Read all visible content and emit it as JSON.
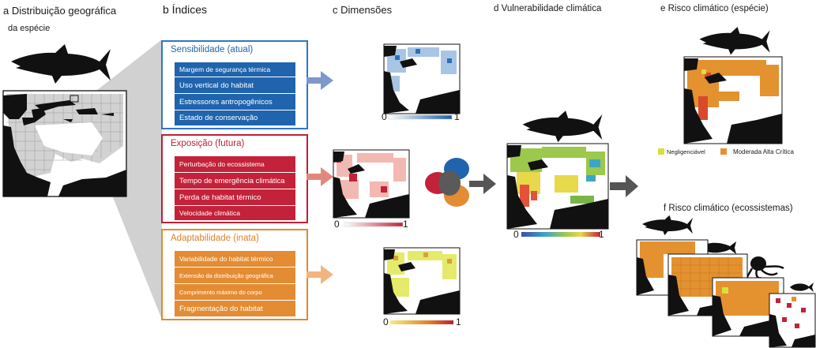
{
  "panels": {
    "a_title_line1": "a Distribuição geográfica",
    "a_title_line2": "da espécie",
    "b_title": "b Índices",
    "c_title": "c Dimensões",
    "d_title": "d Vulnerabilidade climática",
    "e_title": "e Risco climático (espécie)",
    "f_title": "f Risco climático (ecossistemas)"
  },
  "sensitivity": {
    "heading": "Sensibilidade (atual)",
    "rows": [
      "Margem de segurança térmica",
      "Uso vertical do habitat",
      "Estressores antropogênicos",
      "Estado de conservação"
    ],
    "color": "#1f64ad"
  },
  "exposure": {
    "heading": "Exposição (futura)",
    "rows": [
      "Perturbação do ecossistema",
      "Tempo de emergência climática",
      "Perda de habitat térmico",
      "Velocidade climática"
    ],
    "color": "#c4213a"
  },
  "adaptability": {
    "heading": "Adaptabilidade (inata)",
    "rows": [
      "Variabilidade do habitat térmico",
      "Extensão da distribuição geográfica",
      "Comprimento máximo do corpo",
      "Fragmentação do habitat"
    ],
    "color": "#e38c33"
  },
  "scales": {
    "blue": {
      "min": "0",
      "max": "1"
    },
    "red": {
      "min": "0",
      "max": "1"
    },
    "yellow": {
      "min": "0",
      "max": "1"
    },
    "vuln": {
      "min": "0",
      "max": "1"
    }
  },
  "risk_legend": {
    "negligible": "Negligenciável",
    "rest": "Moderada Alta Crítica",
    "colors": {
      "negligible": "#d8e03a",
      "moderate": "#e3922f"
    }
  },
  "icons": [
    "shark-icon",
    "tuna-icon",
    "octopus-icon",
    "arrow-icon",
    "venn-icon"
  ]
}
